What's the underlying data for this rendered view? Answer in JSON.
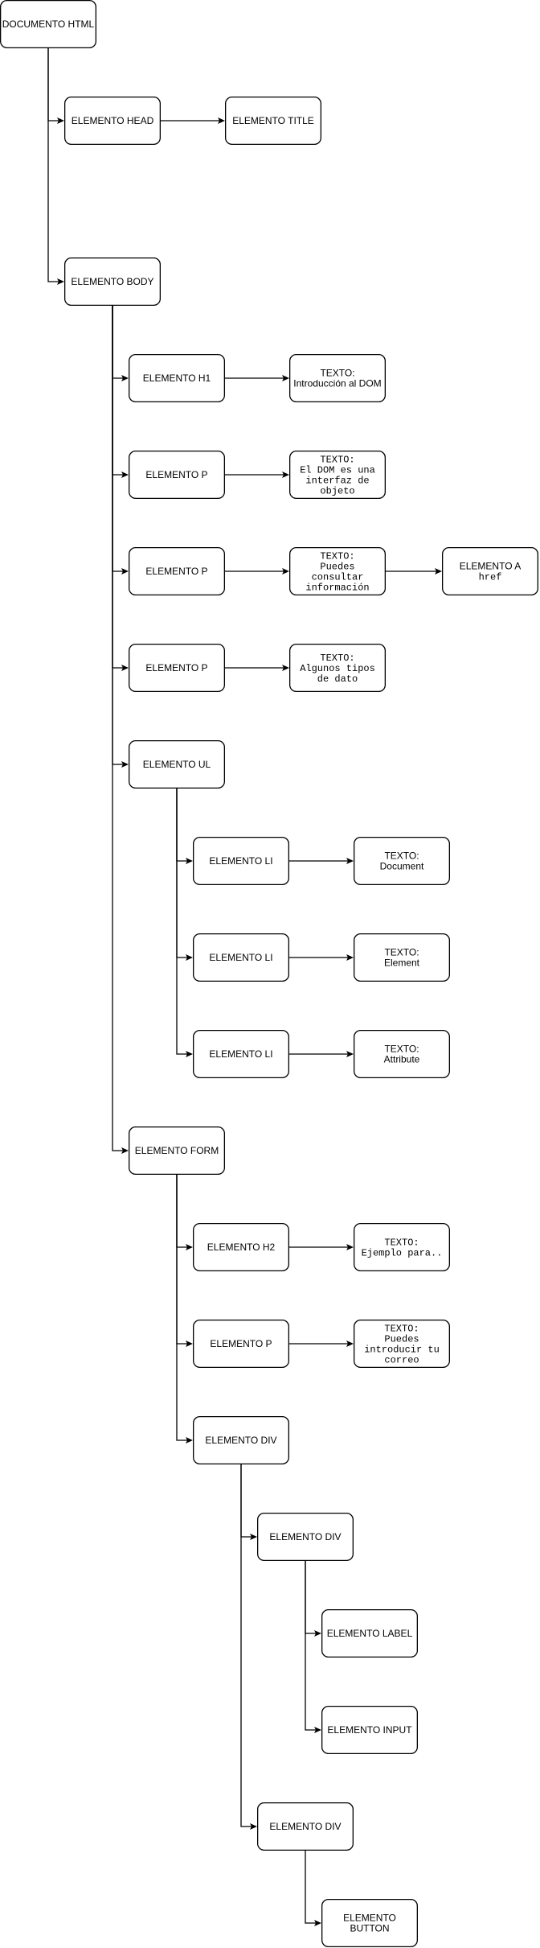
{
  "nodes": {
    "html": {
      "lines": [
        "DOCUMENTO HTML"
      ]
    },
    "head": {
      "lines": [
        "ELEMENTO HEAD"
      ]
    },
    "title": {
      "lines": [
        "ELEMENTO TITLE"
      ]
    },
    "body": {
      "lines": [
        "ELEMENTO BODY"
      ]
    },
    "h1": {
      "lines": [
        "ELEMENTO H1"
      ]
    },
    "t_h1": {
      "lines": [
        "TEXTO:",
        "Introducción al DOM"
      ]
    },
    "p1": {
      "lines": [
        "ELEMENTO P"
      ]
    },
    "t_p1": {
      "lines": [
        "TEXTO:",
        "El DOM es una",
        "interfaz de",
        "objeto"
      ]
    },
    "p2": {
      "lines": [
        "ELEMENTO P"
      ]
    },
    "t_p2": {
      "lines": [
        "TEXTO:",
        "Puedes",
        "consultar",
        "información"
      ]
    },
    "a": {
      "lines": [
        "ELEMENTO A",
        "href"
      ]
    },
    "p3": {
      "lines": [
        "ELEMENTO P"
      ]
    },
    "t_p3": {
      "lines": [
        "TEXTO:",
        "Algunos tipos",
        "de dato"
      ]
    },
    "ul": {
      "lines": [
        "ELEMENTO UL"
      ]
    },
    "li1": {
      "lines": [
        "ELEMENTO LI"
      ]
    },
    "t_li1": {
      "lines": [
        "TEXTO:",
        "Document"
      ]
    },
    "li2": {
      "lines": [
        "ELEMENTO LI"
      ]
    },
    "t_li2": {
      "lines": [
        "TEXTO:",
        "Element"
      ]
    },
    "li3": {
      "lines": [
        "ELEMENTO LI"
      ]
    },
    "t_li3": {
      "lines": [
        "TEXTO:",
        "Attribute"
      ]
    },
    "form": {
      "lines": [
        "ELEMENTO FORM"
      ]
    },
    "h2": {
      "lines": [
        "ELEMENTO H2"
      ]
    },
    "t_h2": {
      "lines": [
        "TEXTO:",
        "Ejemplo para.."
      ]
    },
    "p4": {
      "lines": [
        "ELEMENTO P"
      ]
    },
    "t_p4": {
      "lines": [
        "TEXTO:",
        "Puedes",
        "introducir tu",
        "correo"
      ]
    },
    "div1": {
      "lines": [
        "ELEMENTO DIV"
      ]
    },
    "div2": {
      "lines": [
        "ELEMENTO DIV"
      ]
    },
    "label": {
      "lines": [
        "ELEMENTO LABEL"
      ]
    },
    "input": {
      "lines": [
        "ELEMENTO INPUT"
      ]
    },
    "div3": {
      "lines": [
        "ELEMENTO DIV"
      ]
    },
    "button": {
      "lines": [
        "ELEMENTO",
        "BUTTON"
      ]
    }
  },
  "edges": [
    [
      "html",
      "head"
    ],
    [
      "head",
      "title"
    ],
    [
      "html",
      "body"
    ],
    [
      "body",
      "h1"
    ],
    [
      "h1",
      "t_h1"
    ],
    [
      "body",
      "p1"
    ],
    [
      "p1",
      "t_p1"
    ],
    [
      "body",
      "p2"
    ],
    [
      "p2",
      "t_p2"
    ],
    [
      "t_p2",
      "a"
    ],
    [
      "body",
      "p3"
    ],
    [
      "p3",
      "t_p3"
    ],
    [
      "body",
      "ul"
    ],
    [
      "ul",
      "li1"
    ],
    [
      "li1",
      "t_li1"
    ],
    [
      "ul",
      "li2"
    ],
    [
      "li2",
      "t_li2"
    ],
    [
      "ul",
      "li3"
    ],
    [
      "li3",
      "t_li3"
    ],
    [
      "body",
      "form"
    ],
    [
      "form",
      "h2"
    ],
    [
      "h2",
      "t_h2"
    ],
    [
      "form",
      "p4"
    ],
    [
      "p4",
      "t_p4"
    ],
    [
      "form",
      "div1"
    ],
    [
      "div1",
      "div2"
    ],
    [
      "div2",
      "label"
    ],
    [
      "div2",
      "input"
    ],
    [
      "div1",
      "div3"
    ],
    [
      "div3",
      "button"
    ]
  ]
}
